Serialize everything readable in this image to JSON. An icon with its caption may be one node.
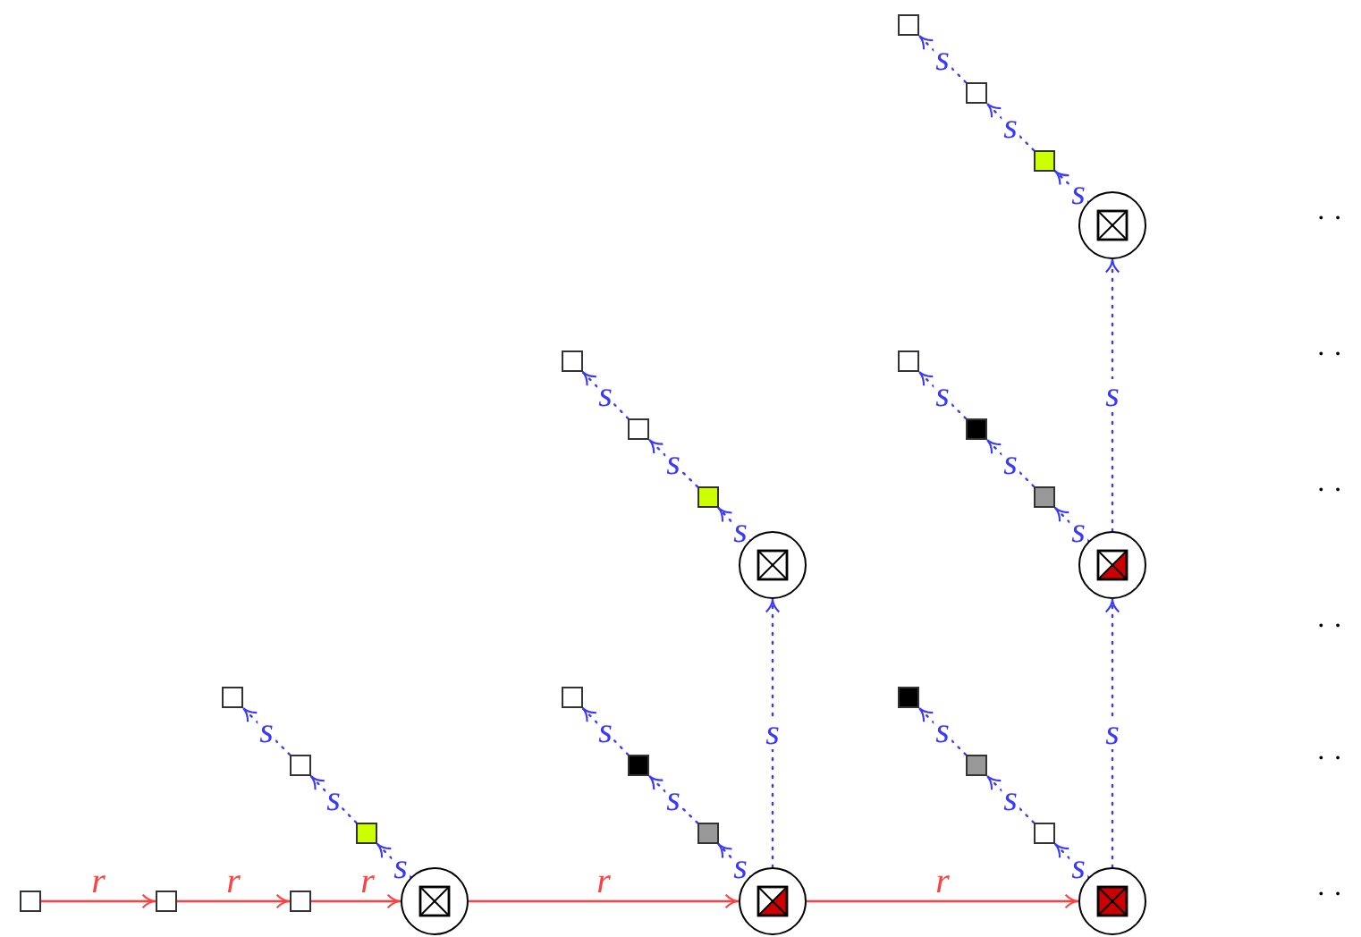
{
  "diagram": {
    "nodes": [
      {
        "text": [],
        "shape": "box"
      },
      {
        "text": [],
        "shape": "box"
      },
      {
        "text": [],
        "shape": "box"
      },
      {
        "text": [],
        "shape": "circle"
      },
      {
        "text": [],
        "shape": "box"
      },
      {
        "text": [],
        "shape": "box"
      },
      {
        "text": [],
        "shape": "box"
      },
      {
        "text": [],
        "shape": "box"
      },
      {
        "text": [],
        "shape": "box"
      },
      {
        "text": [],
        "shape": "box"
      },
      {
        "text": [],
        "shape": "circle"
      },
      {
        "text": [],
        "shape": "circle"
      },
      {
        "text": [],
        "shape": "box"
      },
      {
        "text": [],
        "shape": "box"
      },
      {
        "text": [],
        "shape": "box"
      },
      {
        "text": [],
        "shape": "box"
      },
      {
        "text": [],
        "shape": "box"
      },
      {
        "text": [],
        "shape": "box"
      },
      {
        "text": [],
        "shape": "box"
      },
      {
        "text": [],
        "shape": "box"
      },
      {
        "text": [],
        "shape": "box"
      },
      {
        "text": [],
        "shape": "box"
      },
      {
        "text": [],
        "shape": "box"
      },
      {
        "text": [],
        "shape": "box"
      },
      {
        "text": [],
        "shape": "circle"
      },
      {
        "text": [],
        "shape": "circle"
      },
      {
        "text": [],
        "shape": "circle"
      }
    ],
    "edges": [
      {
        "from": 3,
        "to": 2,
        "arrow": "to",
        "label": "s",
        "style": "dashed"
      },
      {
        "from": 2,
        "to": 1,
        "arrow": "to",
        "label": "s",
        "style": "dashed"
      },
      {
        "from": 1,
        "to": 0,
        "arrow": "to",
        "label": "s",
        "style": "dashed"
      },
      {
        "from": 10,
        "to": 8,
        "arrow": "to",
        "label": "s",
        "style": "dashed"
      },
      {
        "from": 8,
        "to": 6,
        "arrow": "to",
        "label": "s",
        "style": "dashed"
      },
      {
        "from": 6,
        "to": 4,
        "arrow": "to",
        "label": "s",
        "style": "dashed"
      },
      {
        "from": 11,
        "to": 9,
        "arrow": "to",
        "label": "s",
        "style": "dashed"
      },
      {
        "from": 9,
        "to": 7,
        "arrow": "to",
        "label": "s",
        "style": "dashed"
      },
      {
        "from": 7,
        "to": 5,
        "arrow": "to",
        "label": "s",
        "style": "dashed"
      },
      {
        "from": 24,
        "to": 18,
        "arrow": "to",
        "label": "s",
        "style": "dashed"
      },
      {
        "from": 18,
        "to": 15,
        "arrow": "to",
        "label": "s",
        "style": "dashed"
      },
      {
        "from": 15,
        "to": 12,
        "arrow": "to",
        "label": "s",
        "style": "dashed"
      },
      {
        "from": 25,
        "to": 19,
        "arrow": "to",
        "label": "s",
        "style": "dashed"
      },
      {
        "from": 19,
        "to": 16,
        "arrow": "to",
        "label": "s",
        "style": "dashed"
      },
      {
        "from": 16,
        "to": 13,
        "arrow": "to",
        "label": "s",
        "style": "dashed"
      },
      {
        "from": 26,
        "to": 20,
        "arrow": "to",
        "label": "s",
        "style": "dashed"
      },
      {
        "from": 20,
        "to": 17,
        "arrow": "to",
        "label": "s",
        "style": "dashed"
      },
      {
        "from": 17,
        "to": 14,
        "arrow": "to",
        "label": "s",
        "style": "dashed"
      },
      {
        "from": 25,
        "to": 10,
        "arrow": "to",
        "label": "s",
        "style": "dashed"
      },
      {
        "from": 26,
        "to": 11,
        "arrow": "to",
        "label": "s",
        "style": "dashed"
      },
      {
        "from": 11,
        "to": 3,
        "arrow": "to",
        "label": "s",
        "style": "dashed"
      },
      {
        "from": 21,
        "to": 22,
        "arrow": "to",
        "label": "r",
        "color": "#ff4040"
      },
      {
        "from": 22,
        "to": 23,
        "arrow": "to",
        "label": "r",
        "color": "#ff4040"
      },
      {
        "from": 23,
        "to": 24,
        "arrow": "to",
        "label": "r",
        "color": "#ff4040"
      },
      {
        "from": 24,
        "to": 25,
        "arrow": "to",
        "label": "r",
        "color": "#ff4040"
      },
      {
        "from": 25,
        "to": 26,
        "arrow": "to",
        "label": "r",
        "color": "#ff4040"
      }
    ],
    "labels": [
      "· ·",
      "· ·",
      "· ·",
      "· ·",
      "· ·",
      "· ·"
    ]
  }
}
